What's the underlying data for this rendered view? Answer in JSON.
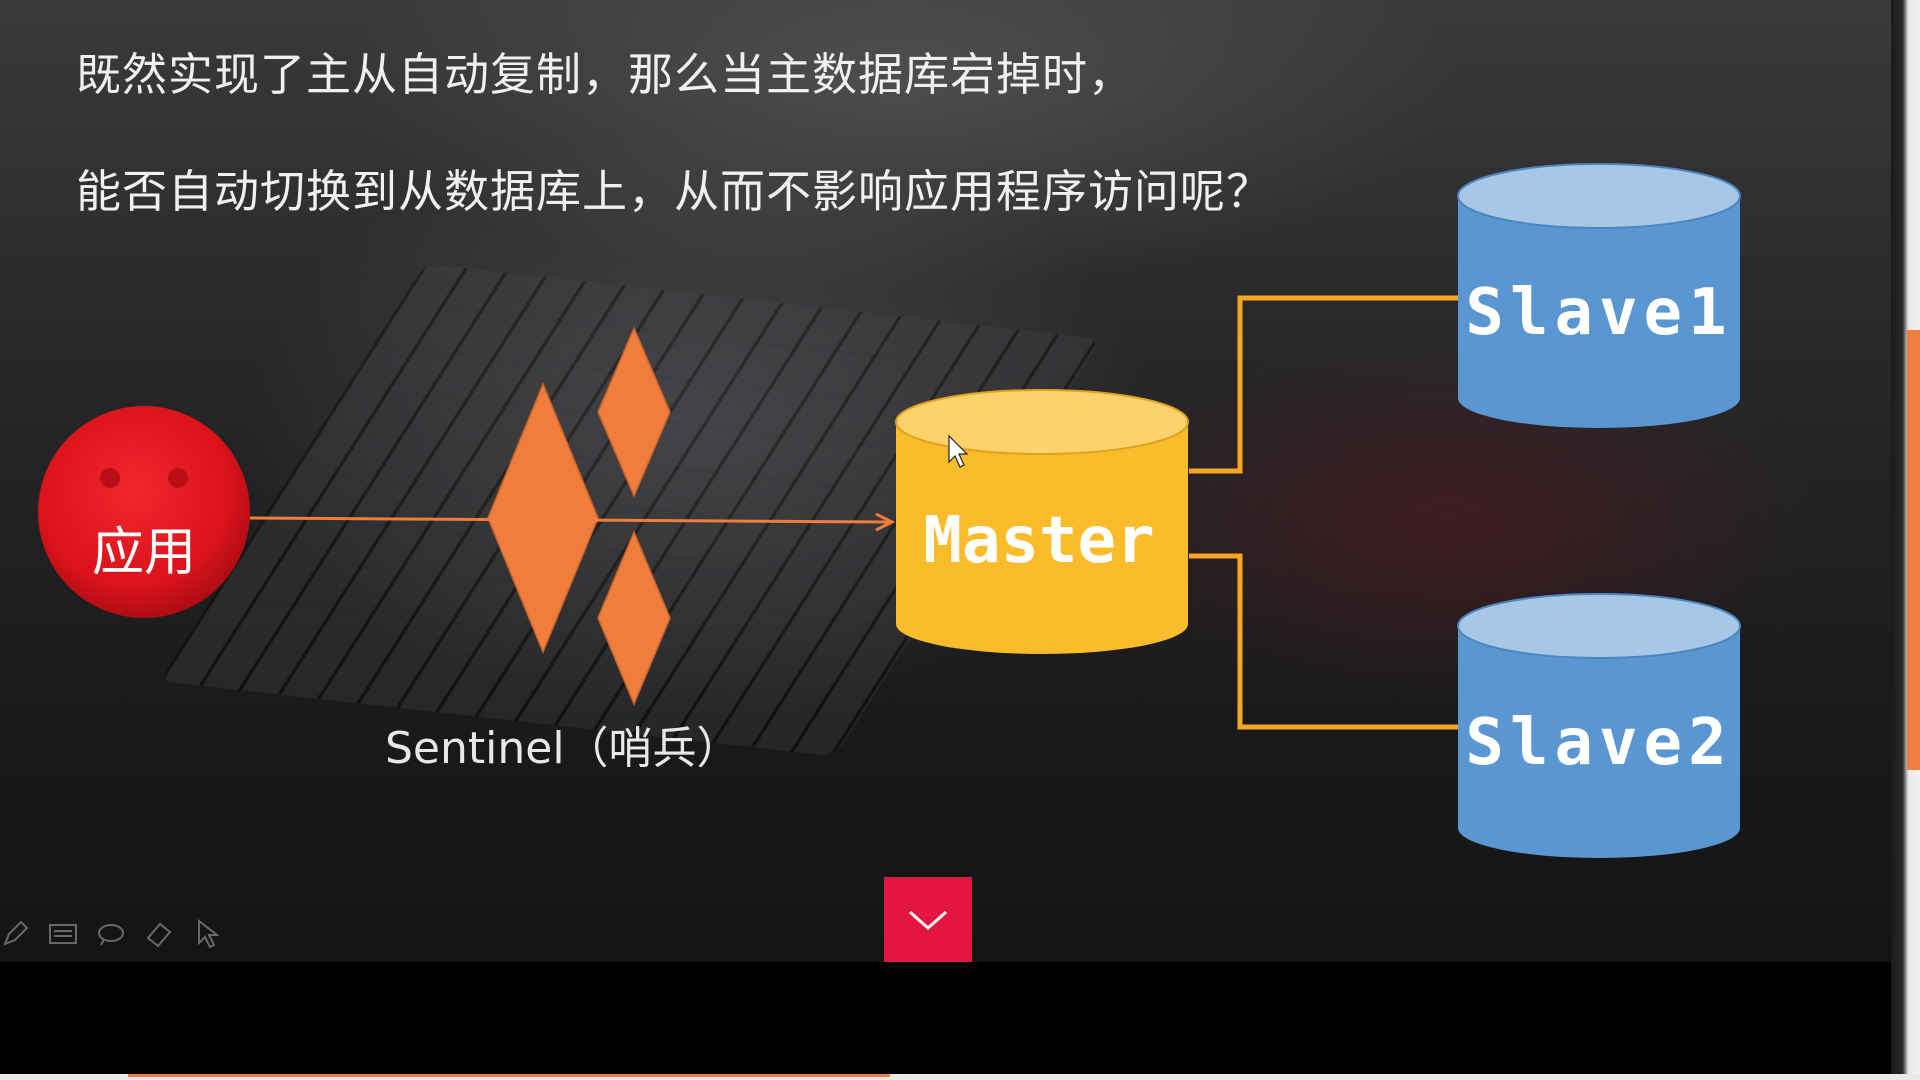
{
  "slide": {
    "line1": "既然实现了主从自动复制，那么当主数据库宕掉时，",
    "line2": "能否自动切换到从数据库上，从而不影响应用程序访问呢？",
    "app_label": "应用",
    "sentinel_label": "Sentinel（哨兵）",
    "master_label": "Master",
    "slave1_label": "Slave1",
    "slave2_label": "Slave2"
  },
  "colors": {
    "app_circle": "#e0141e",
    "sentinel": "#ef7d3c",
    "master": "#fbbc2c",
    "master_top": "#fdd26a",
    "slave": "#5a97d2",
    "slave_top": "#a8c6e6",
    "connector": "#f5a623",
    "next_button": "#e3163f"
  },
  "icons": {
    "toolbar": [
      "pen-icon",
      "keyboard-icon",
      "lasso-icon",
      "eraser-icon",
      "pointer-icon"
    ],
    "next": "chevron-down-icon"
  }
}
